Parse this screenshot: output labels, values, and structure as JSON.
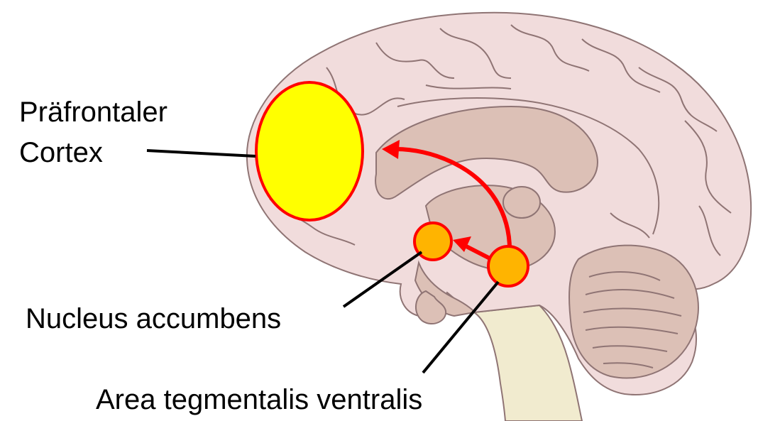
{
  "labels": {
    "prefrontal_line1": "Präfrontaler",
    "prefrontal_line2": "Cortex",
    "nucleus_accumbens": "Nucleus accumbens",
    "vta": "Area tegmentalis ventralis"
  },
  "colors": {
    "brain_fill": "#f1dcdc",
    "brain_outline": "#8f7474",
    "inner_structure": "#dcc0b6",
    "brainstem": "#f1ebcf",
    "prefrontal_fill": "#ffff00",
    "nucleus_fill": "#ffb400",
    "pathway_red": "#ff0000",
    "pointer_line": "#000000"
  }
}
